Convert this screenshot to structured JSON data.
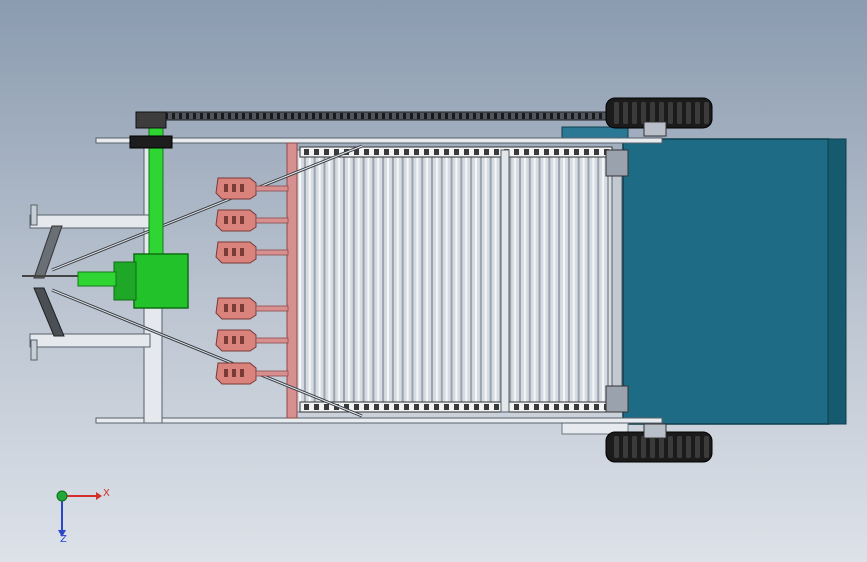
{
  "view": {
    "type": "cad-top-view",
    "subject": ""
  },
  "colors": {
    "frame_teal": "#1d6b84",
    "gearbox_green": "#22c32a",
    "shaft_green": "#2fd633",
    "shovel_salmon": "#d9837c",
    "tire_black": "#1b1b1b",
    "frame_white": "#e9ecef",
    "rod_pink": "#d88f8f",
    "chain_dark": "#333333"
  },
  "triad": {
    "x_label": "X",
    "z_label": "Z",
    "x_color": "#d3302a",
    "y_color": "#22a83a",
    "z_color": "#2a46c9"
  },
  "parts": {
    "shovel_count": 6,
    "wheel_count": 2,
    "conveyor_rod_count": 64
  }
}
